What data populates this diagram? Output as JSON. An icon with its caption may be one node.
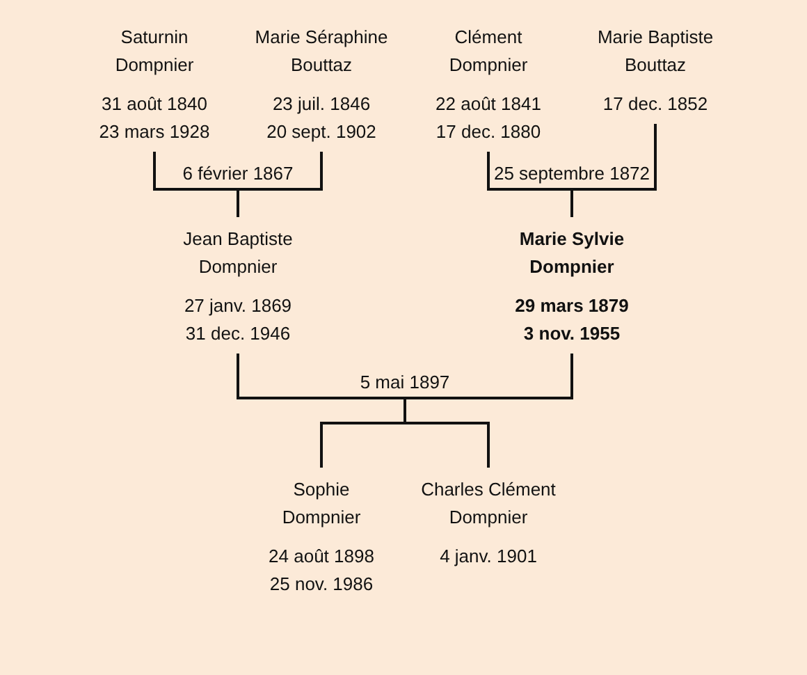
{
  "diagram": {
    "nodes": [
      {
        "text": [
          "Saturnin Dompnier",
          "31 août 1840",
          "23 mars 1928"
        ]
      },
      {
        "text": [
          "Marie Séraphine Bouttaz",
          "23 juil. 1846",
          "20 sept. 1902"
        ]
      },
      {
        "text": [
          "Clément Dompnier",
          "22 août 1841",
          "17 dec. 1880"
        ]
      },
      {
        "text": [
          "Marie Baptiste Bouttaz",
          "17 dec. 1852"
        ]
      },
      {
        "text": [
          "6 février 1867"
        ]
      },
      {
        "text": [
          "25 septembre 1872"
        ]
      },
      {
        "text": [
          "Jean Baptiste Dompnier",
          "27 janv. 1869",
          "31 dec. 1946"
        ]
      },
      {
        "text": [
          "Marie Sylvie Dompnier",
          "29 mars 1879",
          "3 nov. 1955"
        ]
      },
      {
        "text": [
          "5 mai 1897"
        ]
      },
      {
        "text": [
          "Sophie Dompnier",
          "24 août 1898",
          "25 nov. 1986"
        ]
      },
      {
        "text": [
          "Charles Clément Dompnier",
          "4 janv. 1901"
        ]
      }
    ],
    "edges": [
      {
        "from": 0,
        "to": 4,
        "arrow": "none"
      },
      {
        "from": 1,
        "to": 4,
        "arrow": "none"
      },
      {
        "from": 4,
        "to": 6,
        "arrow": "none"
      },
      {
        "from": 2,
        "to": 5,
        "arrow": "none"
      },
      {
        "from": 3,
        "to": 5,
        "arrow": "none"
      },
      {
        "from": 5,
        "to": 7,
        "arrow": "none"
      },
      {
        "from": 6,
        "to": 8,
        "arrow": "none"
      },
      {
        "from": 7,
        "to": 8,
        "arrow": "none"
      },
      {
        "from": 8,
        "to": 9,
        "arrow": "none"
      },
      {
        "from": 8,
        "to": 10,
        "arrow": "none"
      }
    ]
  }
}
